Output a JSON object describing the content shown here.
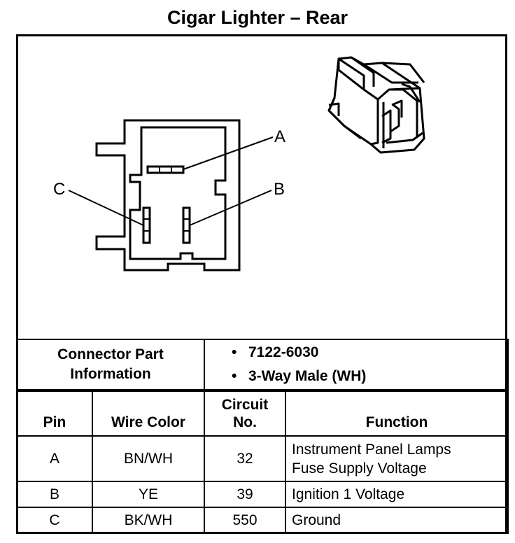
{
  "title": "Cigar Lighter – Rear",
  "pin_labels": {
    "a": "A",
    "b": "B",
    "c": "C"
  },
  "connector_part_information": {
    "label_line1": "Connector Part",
    "label_line2": "Information",
    "values": [
      "7122-6030",
      "3-Way Male (WH)"
    ],
    "bullet": "•"
  },
  "pin_table": {
    "headers": {
      "pin": "Pin",
      "wire_color": "Wire Color",
      "circuit_line1": "Circuit",
      "circuit_line2": "No.",
      "function": "Function"
    },
    "rows": [
      {
        "pin": "A",
        "wire_color": "BN/WH",
        "circuit": "32",
        "function_line1": "Instrument Panel Lamps",
        "function_line2": "Fuse Supply Voltage"
      },
      {
        "pin": "B",
        "wire_color": "YE",
        "circuit": "39",
        "function_line1": "Ignition 1 Voltage"
      },
      {
        "pin": "C",
        "wire_color": "BK/WH",
        "circuit": "550",
        "function_line1": "Ground"
      }
    ]
  }
}
